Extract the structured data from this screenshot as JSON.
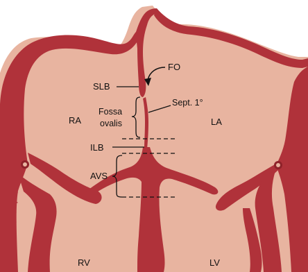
{
  "labels": {
    "ra": "RA",
    "la": "LA",
    "rv": "RV",
    "lv": "LV",
    "fo": "FO",
    "slb": "SLB",
    "fossa_line1": "Fossa",
    "fossa_line2": "ovalis",
    "sept": "Sept. 1°",
    "ilb": "ILB",
    "avs": "AVS"
  },
  "colors": {
    "chamber": "#e8b4a0",
    "wall": "#b0323a",
    "wall_dark": "#8e2229",
    "line": "#111111"
  }
}
